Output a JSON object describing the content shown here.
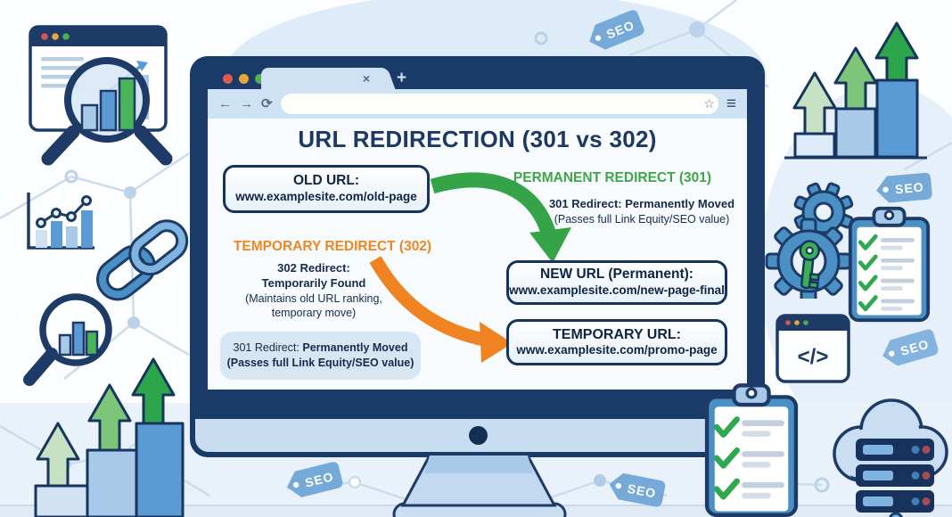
{
  "browser_chrome": {
    "traffic_light_colors": [
      "#e05b4d",
      "#e8a63b",
      "#53b152"
    ],
    "tab": {
      "close_icon": "×"
    },
    "new_tab_icon": "+",
    "nav": {
      "back_icon": "←",
      "forward_icon": "→",
      "refresh_icon": "⟳"
    },
    "address_bar": {
      "value": "",
      "bookmark_icon": "☆",
      "menu_icon": "≡"
    }
  },
  "diagram": {
    "title": "URL REDIRECTION (301 vs 302)",
    "old_url_box": {
      "label": "OLD URL:",
      "url": "www.examplesite.com/old-page"
    },
    "permanent_redirect": {
      "heading": "PERMANENT REDIRECT (301)",
      "desc_bold": "301 Redirect: Permanently Moved",
      "desc_note": "(Passes full Link Equity/SEO value)",
      "color": "#3fa54b"
    },
    "temporary_redirect": {
      "heading": "TEMPORARY REDIRECT (302)",
      "desc_bold_1": "302 Redirect:",
      "desc_bold_2": "Temporarily Found",
      "desc_note_1": "(Maintains old URL ranking,",
      "desc_note_2": "temporary move)",
      "color": "#ee8722"
    },
    "redirect_301_note": {
      "prefix": "301 Redirect: ",
      "bold": "Permanently Moved",
      "note": "(Passes full Link Equity/SEO value)"
    },
    "new_url_box": {
      "label": "NEW URL (Permanent):",
      "url": "www.examplesite.com/new-page-final"
    },
    "temporary_url_box": {
      "label": "TEMPORARY URL:",
      "url": "www.examplesite.com/promo-page"
    }
  },
  "decorations": {
    "seo_tag_label": "SEO",
    "code_window_symbol": "</>"
  }
}
